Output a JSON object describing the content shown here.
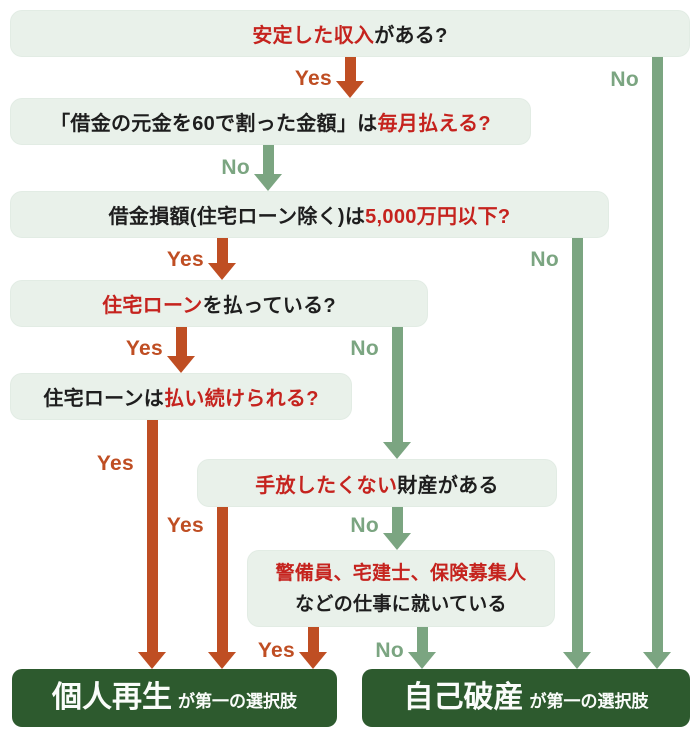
{
  "labels": {
    "yes": "Yes",
    "no": "No"
  },
  "questions": {
    "stable_income": {
      "pre": "",
      "em": "安定した収入",
      "post": "がある?"
    },
    "monthly_payment": {
      "pre": "「借金の元金を60で割った金額」は",
      "em": "毎月払える?",
      "post": ""
    },
    "debt_total": {
      "pre": "借金損額(住宅ローン除く)は",
      "em": "5,000万円以下?",
      "post": ""
    },
    "paying_mortgage": {
      "pre": "",
      "em": "住宅ローン",
      "post": "を払っている?"
    },
    "keep_paying": {
      "pre": "住宅ローンは",
      "em": "払い続けられる?",
      "post": ""
    },
    "keep_assets": {
      "pre": "",
      "em": "手放したくない",
      "post": "財産がある"
    },
    "restricted_jobs": {
      "line1_em": "警備員、宅建士、保険募集人",
      "line2": "などの仕事に就いている"
    }
  },
  "results": {
    "personal_rehabilitation": {
      "main": "個人再生",
      "suffix": "が第一の選択肢"
    },
    "bankruptcy": {
      "main": "自己破産",
      "suffix": "が第一の選択肢"
    }
  },
  "colors": {
    "emphasis_red": "#c5231e",
    "yes_orange": "#bf4e23",
    "no_green": "#7ba581",
    "result_green": "#2d5a2e",
    "question_box_bg": "#e9f1ea"
  }
}
